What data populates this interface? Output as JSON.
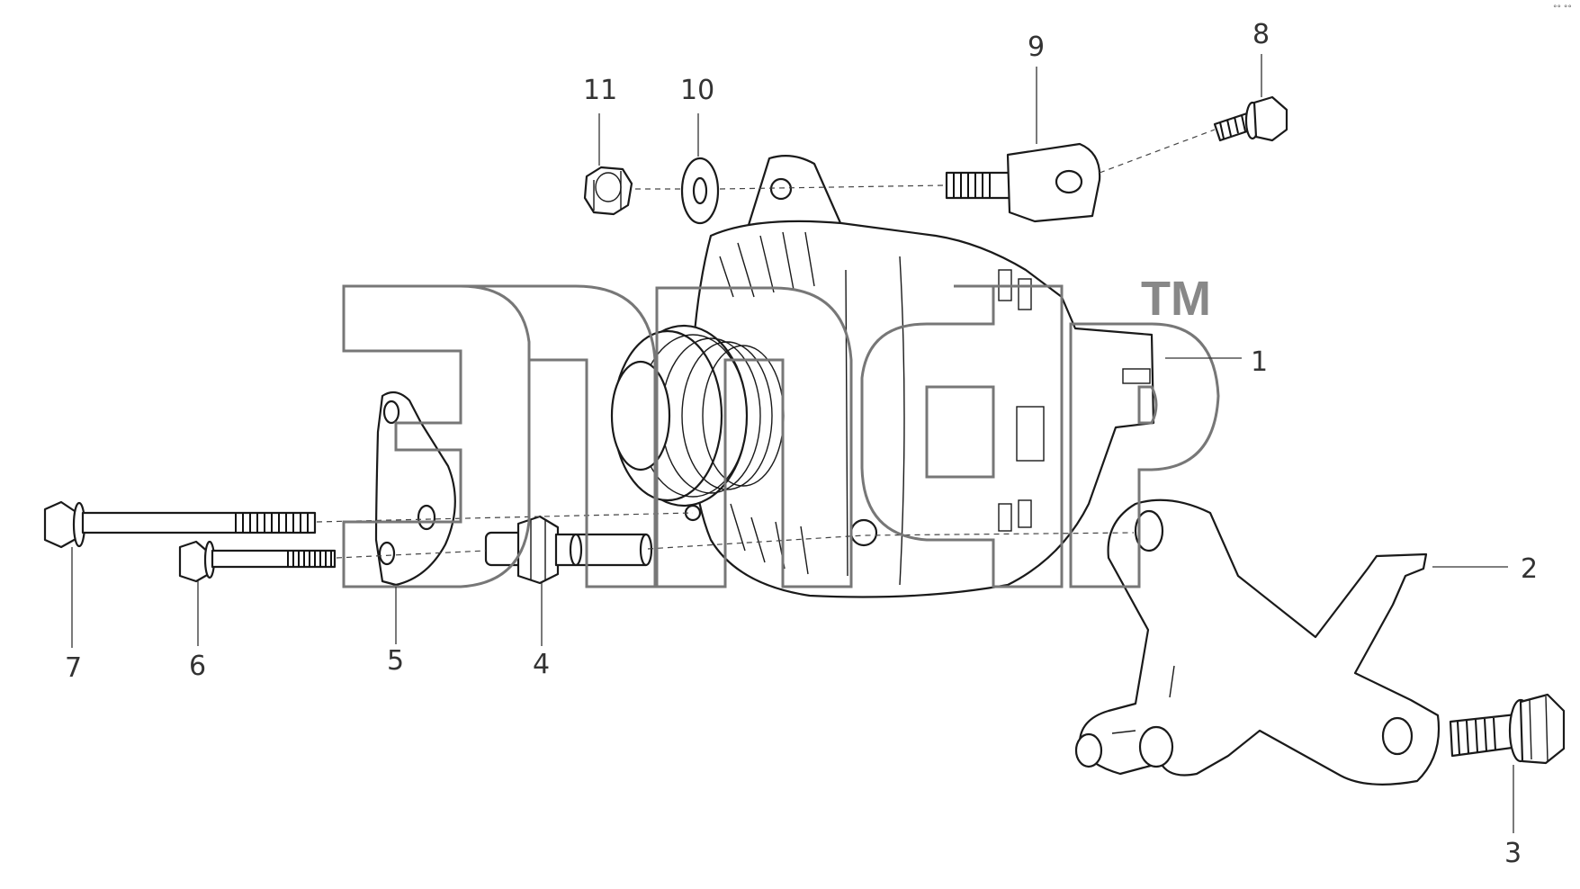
{
  "callouts": {
    "c1": "1",
    "c2": "2",
    "c3": "3",
    "c4": "4",
    "c5": "5",
    "c6": "6",
    "c7": "7",
    "c8": "8",
    "c9": "9",
    "c10": "10",
    "c11": "11"
  },
  "watermark": {
    "trademark": "TM"
  },
  "corner_mark": "°° °°",
  "colors": {
    "line": "#1a1a1a",
    "watermark": "#777777",
    "background": "#ffffff"
  }
}
